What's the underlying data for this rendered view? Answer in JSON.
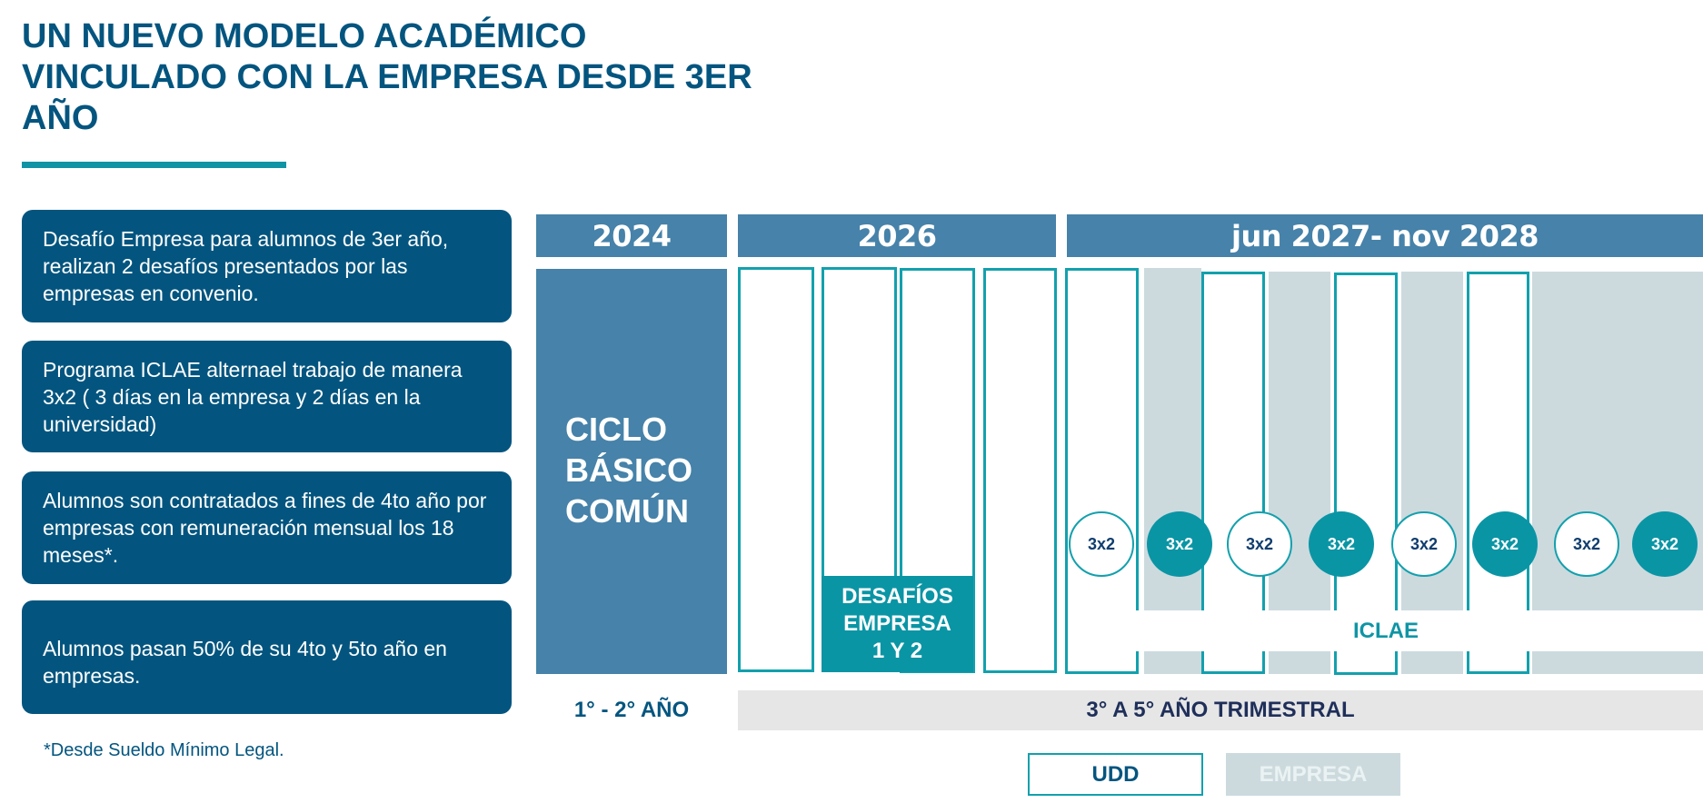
{
  "title": {
    "line1": "UN NUEVO MODELO ACADÉMICO",
    "line2": "VINCULADO CON LA EMPRESA DESDE 3ER",
    "line3": "AÑO"
  },
  "colors": {
    "primary": "#03557f",
    "header_blue": "#4682a9",
    "teal": "#0a95a5",
    "gray_empresa": "#ccdade",
    "trimestral_bg": "#e6e6e6"
  },
  "info_boxes": [
    {
      "text": "Desafío Empresa para alumnos de 3er año, realizan 2 desafíos presentados por las empresas en convenio."
    },
    {
      "text": "Programa ICLAE alternael trabajo de manera 3x2 ( 3 días en la empresa y 2 días en la universidad)"
    },
    {
      "text": "Alumnos son contratados a fines de 4to año por empresas con remuneración mensual los 18 meses*."
    },
    {
      "text": "Alumnos pasan 50% de su 4to y 5to año en empresas."
    }
  ],
  "footnote": "*Desde Sueldo Mínimo Legal.",
  "timeline": {
    "headers": [
      "2024",
      "2026",
      "jun 2027- nov 2028"
    ],
    "ciclo_basico": {
      "line1": "CICLO",
      "line2": "BÁSICO",
      "line3": "COMÚN"
    },
    "desafios": {
      "line1": "DESAFÍOS",
      "line2": "EMPRESA",
      "line3": "1 Y 2"
    },
    "iclae_label": "ICLAE",
    "circles": [
      "3x2",
      "3x2",
      "3x2",
      "3x2",
      "3x2",
      "3x2",
      "3x2",
      "3x2"
    ],
    "circle_types": [
      "UDD",
      "EMPRESA",
      "UDD",
      "EMPRESA",
      "UDD",
      "EMPRESA",
      "UDD",
      "EMPRESA"
    ],
    "year_label": "1° - 2° AÑO",
    "trimestral_label": "3° A  5° AÑO TRIMESTRAL"
  },
  "legend": {
    "udd": "UDD",
    "empresa": "EMPRESA"
  }
}
